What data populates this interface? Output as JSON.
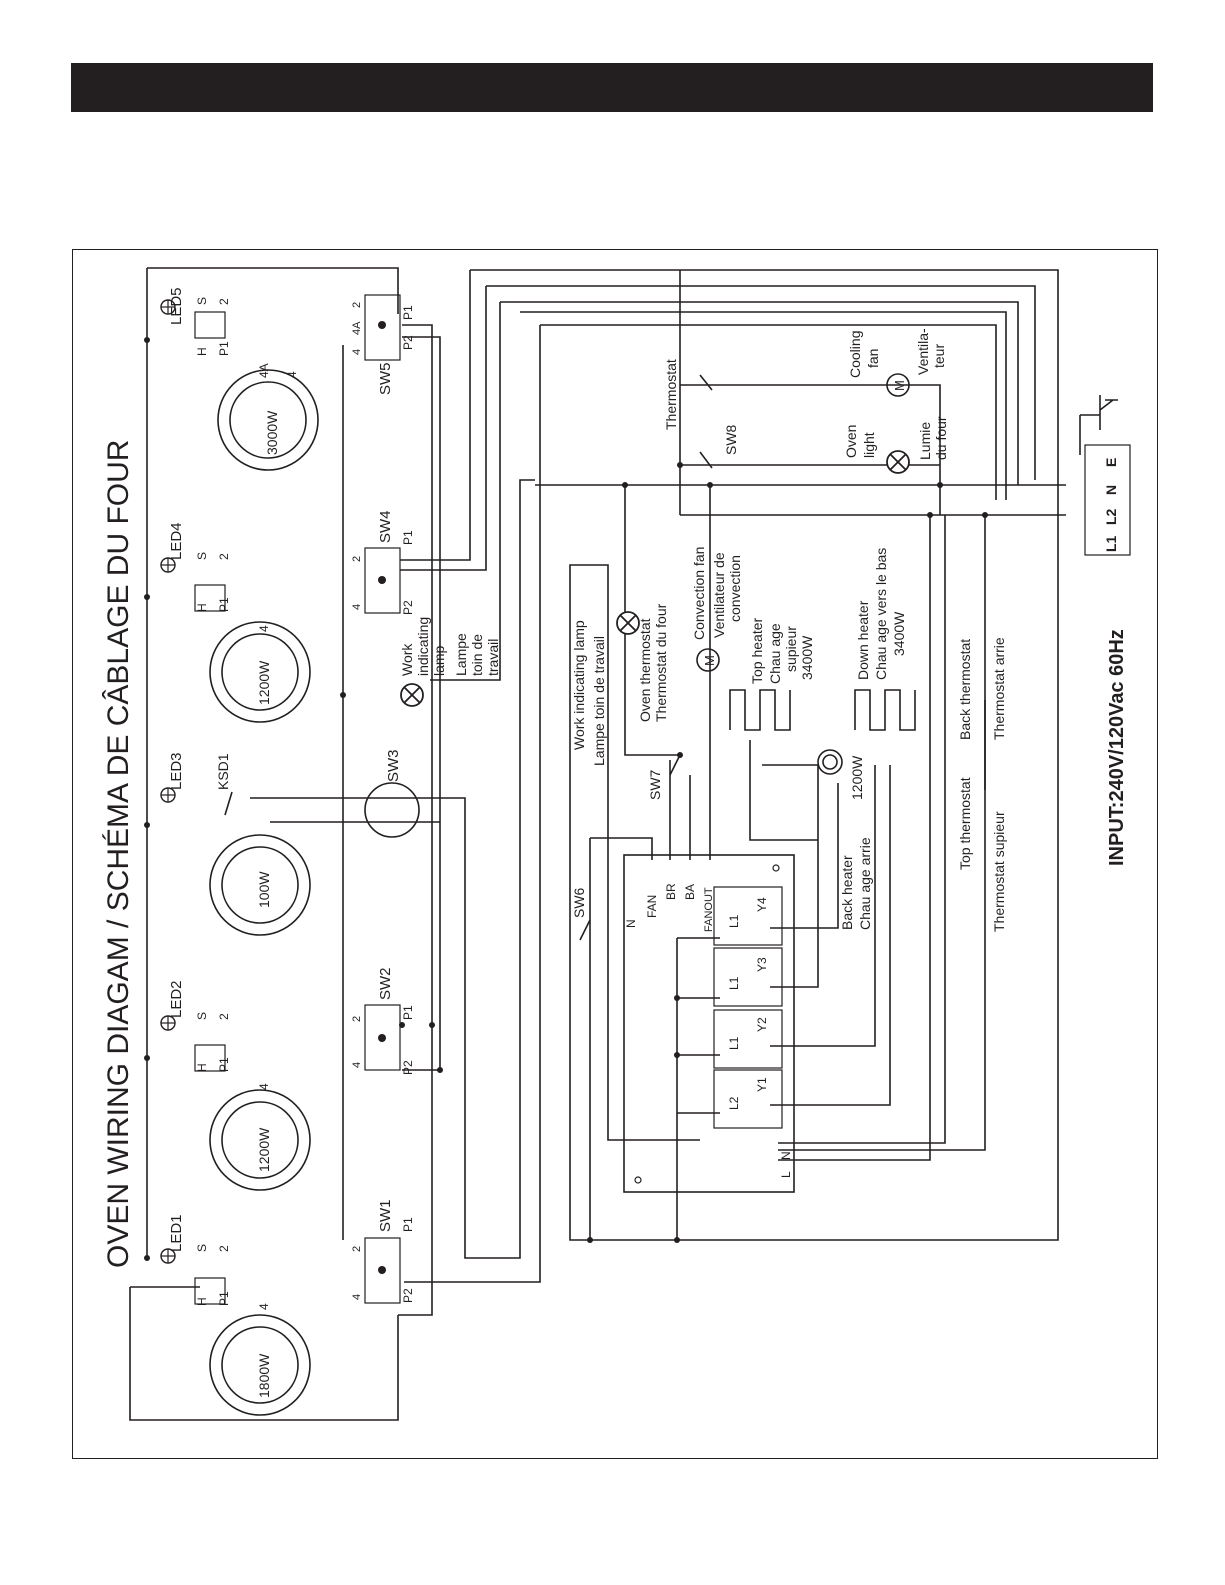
{
  "title": "OVEN WIRING DIAGAM / SCHÉMA DE CÂBLAGE DU FOUR",
  "input_label": "INPUT:240V/120Vac 60Hz",
  "colors": {
    "ink": "#231f20",
    "background": "#ffffff"
  },
  "burners": [
    {
      "watts": "1800W",
      "tap": "4"
    },
    {
      "watts": "1200W",
      "tap": "4"
    },
    {
      "watts": "100W",
      "tap": ""
    },
    {
      "watts": "1200W",
      "tap": "4"
    },
    {
      "watts": "3000W",
      "tap": "4",
      "tap2": "4A"
    }
  ],
  "leds": [
    "LED1",
    "LED2",
    "LED3",
    "LED4",
    "LED5"
  ],
  "switches": [
    "SW1",
    "SW2",
    "SW3",
    "SW4",
    "SW5",
    "SW6",
    "SW7",
    "SW8"
  ],
  "switch_terminals": {
    "h": "H",
    "s": "S",
    "p1": "P1",
    "p2": "P2",
    "t2": "2",
    "t4": "4",
    "t4a": "4A"
  },
  "ksd": "KSD1",
  "work_lamp": {
    "en1": "Work",
    "en2": "indicating",
    "en3": "lamp",
    "fr1": "Lampe",
    "fr2": "toin de",
    "fr3": "travail"
  },
  "work_lamp2": {
    "en": "Work indicating lamp",
    "fr": "Lampe toin de travail"
  },
  "oven_thermostat": {
    "en": "Oven thermostat",
    "fr": "Thermostat du four"
  },
  "convection_fan": {
    "en": "Convection fan",
    "fr1": "Ventilateur de",
    "fr2": "convection"
  },
  "top_heater": {
    "en": "Top heater",
    "fr1": "Chau age",
    "fr2": "supieur",
    "watts": "3400W"
  },
  "down_heater": {
    "en": "Down heater",
    "fr": "Chau age vers le bas",
    "watts": "3400W"
  },
  "back_heater": {
    "en": "Back heater",
    "fr": "Chau age arrie",
    "watts": "1200W"
  },
  "top_thermostat": {
    "en": "Top thermostat",
    "fr": "Thermostat supieur"
  },
  "back_thermostat": {
    "en": "Back thermostat",
    "fr": "Thermostat arrie"
  },
  "thermostat": "Thermostat",
  "oven_light": {
    "en1": "Oven",
    "en2": "light",
    "fr1": "Lumie",
    "fr2": "du four"
  },
  "cooling_fan": {
    "en1": "Cooling",
    "en2": "fan",
    "fr1": "Ventila-",
    "fr2": "teur"
  },
  "motor": "M",
  "board": {
    "n": "N",
    "fan": "FAN",
    "br": "BR",
    "ba": "BA",
    "fanout": "FANOUT",
    "relays": [
      {
        "left": "L1",
        "right": "Y4"
      },
      {
        "left": "L1",
        "right": "Y3"
      },
      {
        "left": "L1",
        "right": "Y2"
      },
      {
        "left": "L2",
        "right": "Y1"
      }
    ],
    "l": "L",
    "n2": "N"
  },
  "terminal_block": [
    "L1",
    "L2",
    "N",
    "E"
  ]
}
